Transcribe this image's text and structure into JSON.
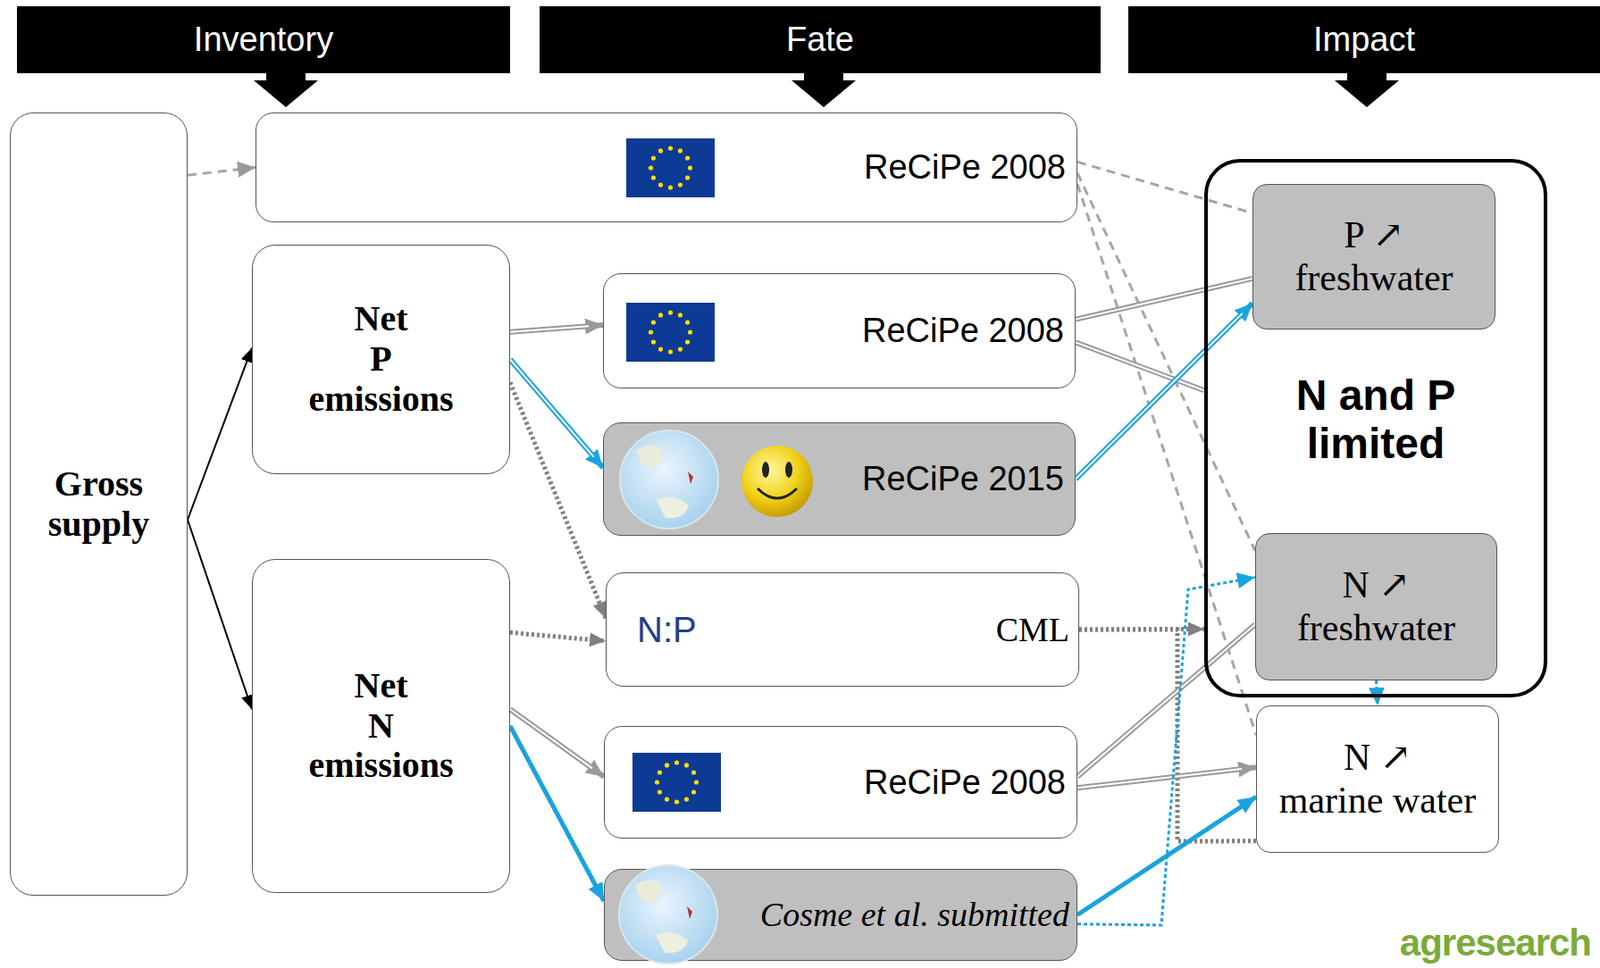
{
  "diagram": {
    "nodes": [
      {
        "text": [
          "Inventory"
        ]
      },
      {
        "text": [
          "Fate"
        ]
      },
      {
        "text": [
          "Impact"
        ]
      },
      {
        "text": [
          "Gross supply"
        ]
      },
      {
        "text": [
          "ReCiPe 2008"
        ]
      },
      {
        "text": [
          "Net P emissions"
        ]
      },
      {
        "text": [
          "ReCiPe 2008"
        ]
      },
      {
        "text": [
          "ReCiPe 2015"
        ]
      },
      {
        "text": [
          "N:P",
          "CML"
        ]
      },
      {
        "text": [
          "Net N emissions"
        ]
      },
      {
        "text": [
          "ReCiPe 2008"
        ]
      },
      {
        "text": [
          "Cosme et al. submitted"
        ]
      },
      {
        "text": [
          "N and P limited"
        ]
      },
      {
        "text": [
          "P ↗ freshwater"
        ],
        "in": 12
      },
      {
        "text": [
          "N ↗ freshwater"
        ],
        "in": 12
      },
      {
        "text": [
          "N ↗ marine water"
        ]
      }
    ],
    "edges": [
      {
        "from": 3,
        "to": 4,
        "arrow": "to"
      },
      {
        "from": 3,
        "to": 5,
        "arrow": "to"
      },
      {
        "from": 3,
        "to": 9,
        "arrow": "to"
      },
      {
        "from": 5,
        "to": 6,
        "arrow": "to"
      },
      {
        "from": 5,
        "to": 7,
        "arrow": "to"
      },
      {
        "from": 5,
        "to": 8,
        "arrow": "to"
      },
      {
        "from": 9,
        "to": 8,
        "arrow": "to"
      },
      {
        "from": 9,
        "to": 10,
        "arrow": "to"
      },
      {
        "from": 9,
        "to": 11,
        "arrow": "to"
      },
      {
        "from": 4,
        "to": 13,
        "arrow": "none"
      },
      {
        "from": 4,
        "to": 14,
        "arrow": "none"
      },
      {
        "from": 4,
        "to": 15,
        "arrow": "none"
      },
      {
        "from": 6,
        "to": 13,
        "arrow": "none"
      },
      {
        "from": 6,
        "to": 12,
        "arrow": "none"
      },
      {
        "from": 7,
        "to": 13,
        "arrow": "to"
      },
      {
        "from": 8,
        "to": 12,
        "arrow": "to"
      },
      {
        "from": 8,
        "to": 15,
        "arrow": "none"
      },
      {
        "from": 10,
        "to": 14,
        "arrow": "none"
      },
      {
        "from": 10,
        "to": 15,
        "arrow": "to"
      },
      {
        "from": 11,
        "to": 15,
        "arrow": "to"
      },
      {
        "from": 11,
        "to": 14,
        "arrow": "to"
      },
      {
        "from": 14,
        "to": 15,
        "arrow": "to"
      }
    ],
    "labels": [
      "agresearch"
    ]
  }
}
